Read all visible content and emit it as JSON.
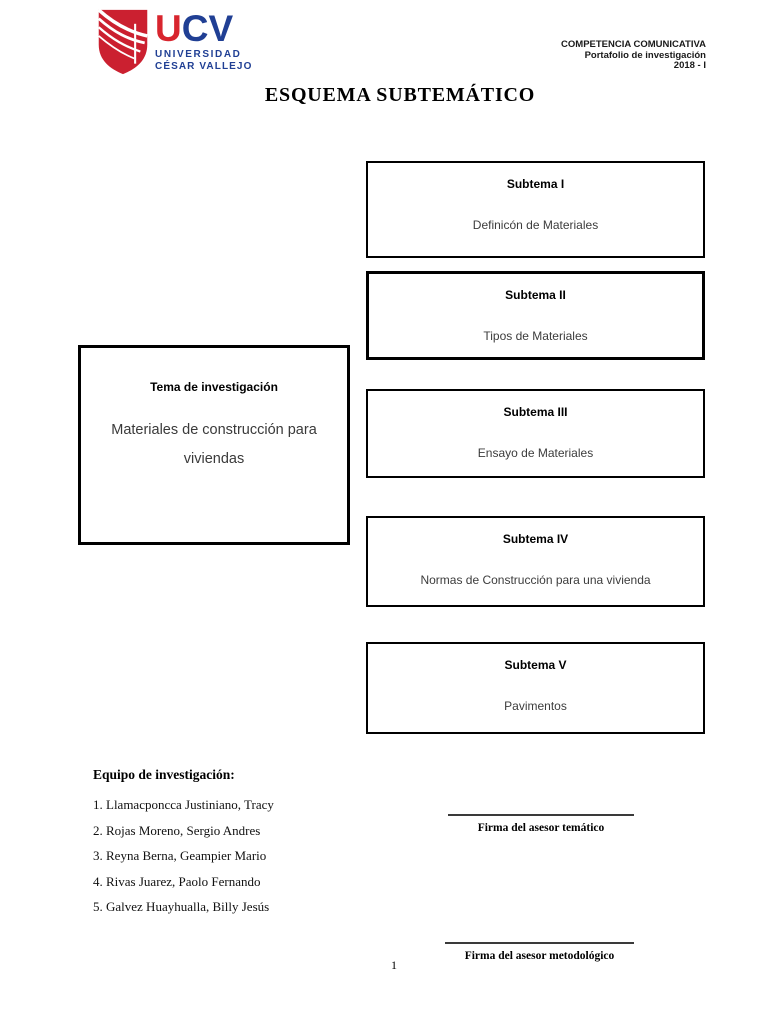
{
  "logo": {
    "acronym_u": "U",
    "acronym_cv": "CV",
    "line1": "UNIVERSIDAD",
    "line2": "CÉSAR VALLEJO",
    "colors": {
      "red": "#d8252e",
      "blue": "#203f94"
    }
  },
  "header": {
    "line1": "COMPETENCIA COMUNICATIVA",
    "line2": "Portafolio de investigación",
    "line3": "2018 - I"
  },
  "page": {
    "title": "ESQUEMA SUBTEMÁTICO",
    "page_number": "1"
  },
  "tema": {
    "heading": "Tema de investigación",
    "body": "Materiales de construcción para viviendas"
  },
  "subtemas": [
    {
      "heading": "Subtema I",
      "body": "Definicón de Materiales"
    },
    {
      "heading": "Subtema II",
      "body": "Tipos de Materiales"
    },
    {
      "heading": "Subtema III",
      "body": "Ensayo de Materiales"
    },
    {
      "heading": "Subtema IV",
      "body": "Normas de Construcción para una vivienda"
    },
    {
      "heading": "Subtema V",
      "body": "Pavimentos"
    }
  ],
  "equipo": {
    "heading": "Equipo de investigación:",
    "members": [
      "1. Llamacponcca Justiniano, Tracy",
      "2. Rojas Moreno, Sergio Andres",
      "3. Reyna Berna, Geampier Mario",
      "4. Rivas Juarez, Paolo Fernando",
      "5. Galvez Huayhualla, Billy Jesús"
    ]
  },
  "signatures": [
    {
      "label": "Firma del asesor temático"
    },
    {
      "label": "Firma del asesor metodológico"
    }
  ]
}
